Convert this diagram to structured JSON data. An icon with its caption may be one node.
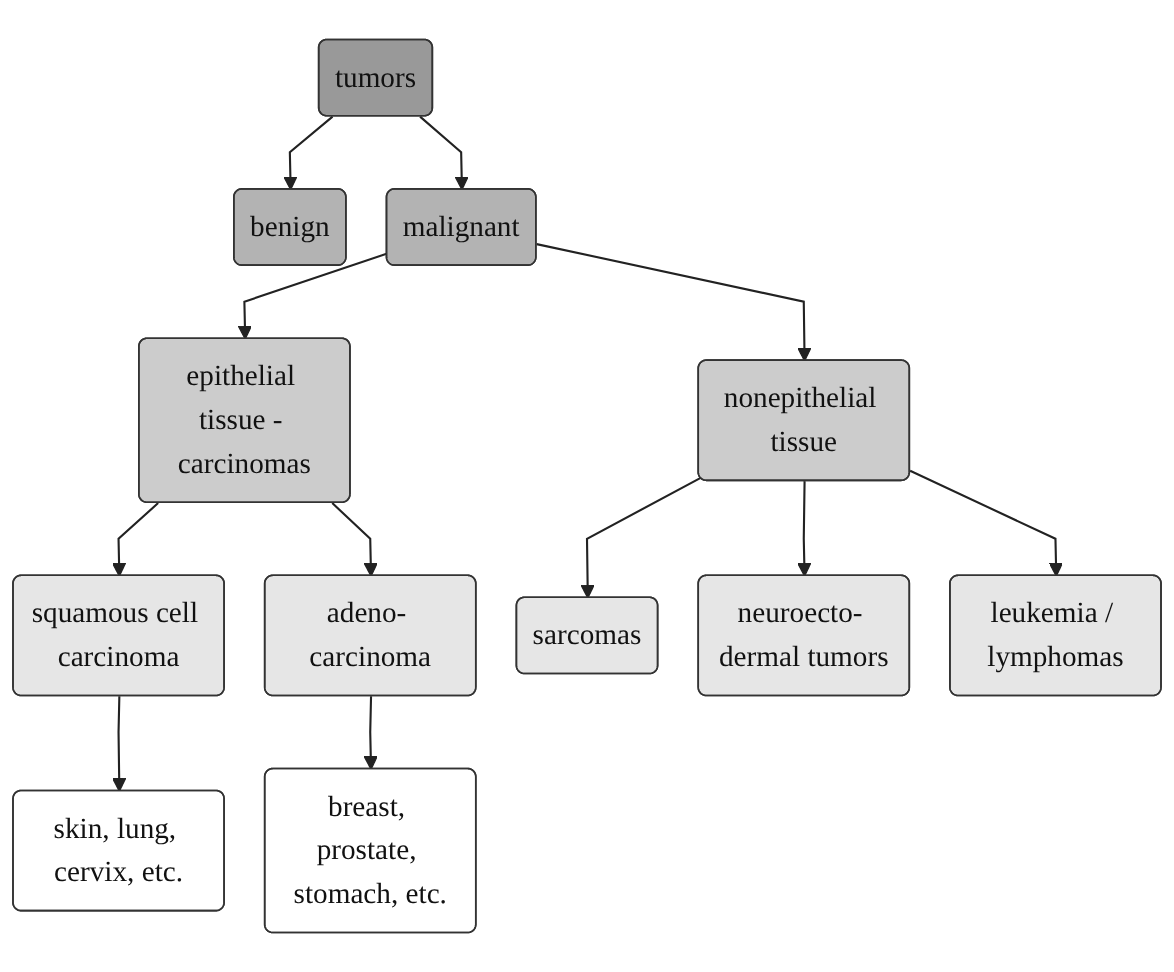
{
  "diagram": {
    "nodes": [
      {
        "text": [
          "tumors"
        ]
      },
      {
        "text": [
          "benign"
        ]
      },
      {
        "text": [
          "malignant"
        ]
      },
      {
        "text": [
          "epithelial tissue - carcinomas"
        ]
      },
      {
        "text": [
          "nonepithelial tissue"
        ]
      },
      {
        "text": [
          "squamous cell carcinoma"
        ]
      },
      {
        "text": [
          "adeno- carcinoma"
        ]
      },
      {
        "text": [
          "sarcomas"
        ]
      },
      {
        "text": [
          "neuroecto- dermal tumors"
        ]
      },
      {
        "text": [
          "leukemia / lymphomas"
        ]
      },
      {
        "text": [
          "skin, lung, cervix, etc."
        ]
      },
      {
        "text": [
          "breast, prostate, stomach, etc."
        ]
      }
    ],
    "edges": [
      {
        "from": 0,
        "to": 1,
        "arrow": "to"
      },
      {
        "from": 0,
        "to": 2,
        "arrow": "to"
      },
      {
        "from": 2,
        "to": 3,
        "arrow": "to"
      },
      {
        "from": 2,
        "to": 4,
        "arrow": "to"
      },
      {
        "from": 3,
        "to": 5,
        "arrow": "to"
      },
      {
        "from": 3,
        "to": 6,
        "arrow": "to"
      },
      {
        "from": 4,
        "to": 7,
        "arrow": "to"
      },
      {
        "from": 4,
        "to": 9,
        "arrow": "to"
      },
      {
        "from": 4,
        "to": 8,
        "arrow": "to"
      },
      {
        "from": 5,
        "to": 10,
        "arrow": "to"
      },
      {
        "from": 6,
        "to": 11,
        "arrow": "to"
      }
    ]
  }
}
